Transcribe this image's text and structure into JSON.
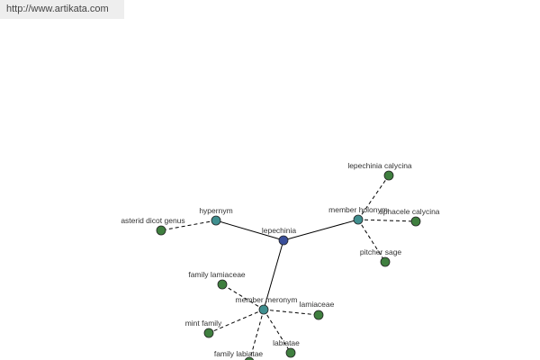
{
  "source_link": "http://www.artikata.com",
  "colors": {
    "center_node": "#3a4f9a",
    "relation_node": "#3f8f8f",
    "term_node": "#3f7f3f",
    "edge": "#000000"
  },
  "graph": {
    "center": {
      "id": "center",
      "label": "lepechinia"
    },
    "relations": [
      {
        "id": "rel-hypernym",
        "label": "hypernym"
      },
      {
        "id": "rel-member-holonym",
        "label": "member holonym"
      },
      {
        "id": "rel-member-meronym",
        "label": "member meronym"
      }
    ],
    "terms": [
      {
        "id": "t-asterid",
        "label": "asterid dicot genus",
        "relation": "rel-hypernym"
      },
      {
        "id": "t-lep-calycina",
        "label": "lepechinia calycina",
        "relation": "rel-member-holonym"
      },
      {
        "id": "t-sphacele",
        "label": "sphacele calycina",
        "relation": "rel-member-holonym"
      },
      {
        "id": "t-pitcher",
        "label": "pitcher sage",
        "relation": "rel-member-holonym"
      },
      {
        "id": "t-family-lamiaceae",
        "label": "family lamiaceae",
        "relation": "rel-member-meronym"
      },
      {
        "id": "t-lamiaceae",
        "label": "lamiaceae",
        "relation": "rel-member-meronym"
      },
      {
        "id": "t-mint",
        "label": "mint family",
        "relation": "rel-member-meronym"
      },
      {
        "id": "t-family-labiatae",
        "label": "family labiatae",
        "relation": "rel-member-meronym"
      },
      {
        "id": "t-labiatae",
        "label": "labiatae",
        "relation": "rel-member-meronym"
      }
    ]
  }
}
